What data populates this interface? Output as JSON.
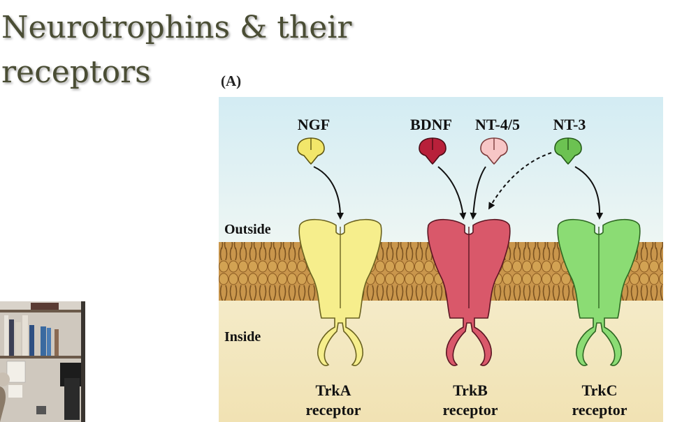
{
  "slide": {
    "title_line1": "Neurotrophins & their",
    "title_line2": "receptors"
  },
  "figure": {
    "panel_label": "(A)",
    "outside_label": "Outside",
    "inside_label": "Inside",
    "ligands": [
      {
        "name": "NGF",
        "color": "#f2e66a"
      },
      {
        "name": "BDNF",
        "color": "#b8203a"
      },
      {
        "name": "NT-4/5",
        "color": "#f7c6c6"
      },
      {
        "name": "NT-3",
        "color": "#6cc252"
      }
    ],
    "receptors": [
      {
        "name": "TrkA",
        "line2": "receptor",
        "color": "#f6ee8c"
      },
      {
        "name": "TrkB",
        "line2": "receptor",
        "color": "#d9586a"
      },
      {
        "name": "TrkC",
        "line2": "receptor",
        "color": "#8bdc74"
      }
    ]
  },
  "colors": {
    "title": "#4a4d34",
    "sky": "#e3f1f4",
    "membrane": "#c79549",
    "cytoplasm": "#f4e8be"
  }
}
